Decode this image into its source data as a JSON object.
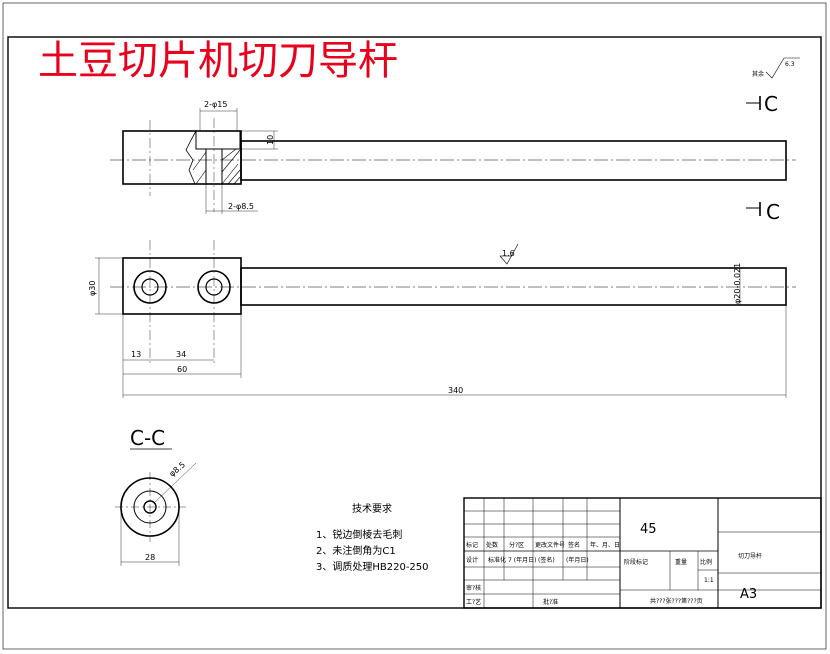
{
  "title": "土豆切片机切刀导杆",
  "roughness": {
    "label": "其余",
    "value": "6.3",
    "surface_mark": "1.6"
  },
  "section_marker": "C",
  "section_title": "C-C",
  "dimensions": {
    "hole_dia_top": "2-φ15",
    "hole_dia_bottom": "2-φ8.5",
    "thickness": "10",
    "width": "φ30",
    "shaft_dia": "φ20-0.021",
    "offset_13": "13",
    "pitch_34": "34",
    "len_60": "60",
    "len_340": "340",
    "section_dia": "φ8.5",
    "section_width": "28"
  },
  "tech_requirements": {
    "heading": "技术要求",
    "items": [
      "1、锐边倒棱去毛刺",
      "2、未注倒角为C1",
      "3、调质处理HB220-250"
    ]
  },
  "title_block": {
    "material": "45",
    "part_name": "切刀导杆",
    "sheet_size": "A3",
    "scale": "1:1",
    "row_labels": [
      "标记",
      "处数",
      "分?区",
      "更改文件号",
      "签名",
      "年、月、日"
    ],
    "row2_labels": [
      "设计",
      "标准化",
      "(签名)",
      "(年月日)",
      "阶段标记",
      "重量",
      "比例"
    ],
    "designer_name": "7 (年月日)",
    "row3_labels": [
      "审?核"
    ],
    "row4_labels": [
      "工?艺",
      "批?准"
    ],
    "footer": "共???张???第???页"
  }
}
